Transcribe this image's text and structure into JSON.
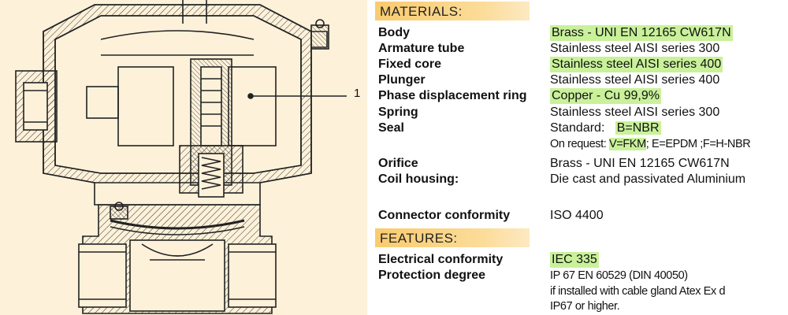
{
  "drawing": {
    "callout_number": "1"
  },
  "materials": {
    "header": "MATERIALS:",
    "rows": [
      {
        "label": "Body",
        "value": "Brass - UNI EN 12165 CW617N",
        "highlight": true
      },
      {
        "label": "Armature tube",
        "value": "Stainless steel AISI series 300",
        "highlight": false
      },
      {
        "label": "Fixed core",
        "value": "Stainless steel AISI series 400",
        "highlight": true
      },
      {
        "label": "Plunger",
        "value": "Stainless steel AISI series 400",
        "highlight": false
      },
      {
        "label": "Phase displacement ring",
        "value": "Copper - Cu 99,9%",
        "highlight": true
      },
      {
        "label": "Spring",
        "value": "Stainless steel AISI series 300",
        "highlight": false
      }
    ],
    "seal": {
      "label": "Seal",
      "standard_prefix": "Standard:",
      "standard_value": "B=NBR",
      "request_prefix": "On request: ",
      "request_highlight": "V=FKM",
      "request_rest": "; E=EPDM ;F=H-NBR"
    },
    "rows_after": [
      {
        "label": "Orifice",
        "value": "Brass - UNI EN 12165 CW617N"
      },
      {
        "label": "Coil housing:",
        "value": "Die cast and passivated Aluminium"
      }
    ],
    "connector": {
      "label": "Connector conformity",
      "value": "ISO 4400"
    }
  },
  "features": {
    "header": "FEATURES:",
    "electrical": {
      "label": "Electrical conformity",
      "value": "IEC 335"
    },
    "protection": {
      "label": "Protection degree",
      "value_line1": "IP 67 EN 60529 (DIN 40050)",
      "value_line2": "if installed with cable gland Atex Ex d",
      "value_line3": "IP67 or higher."
    }
  },
  "colors": {
    "drawing_bg": "#fdf1d9",
    "header_bar": "#f9cb6f",
    "highlight": "#c9f19a"
  }
}
